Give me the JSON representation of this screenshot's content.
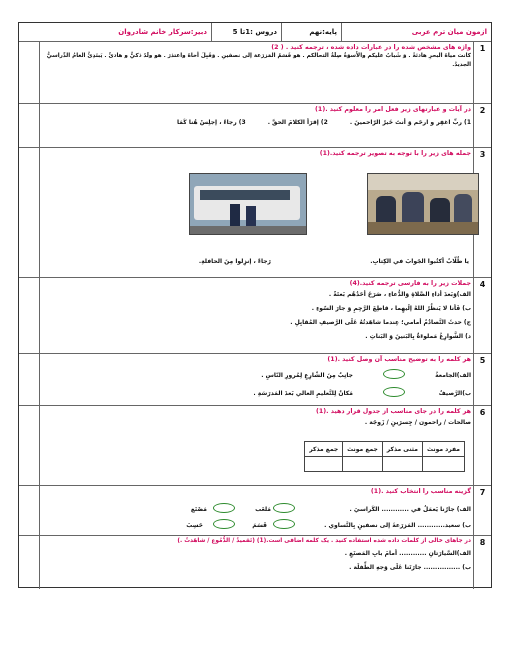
{
  "header": {
    "title": "ازمون میان ترم عربی",
    "grade": "پایه:نهم",
    "lessons": "دروس :1تا 5",
    "teacher": "دبیر:سرکار خانم شادروان"
  },
  "questions": [
    {
      "num": "1",
      "prompt": "واژه های مشخص شده را در عبارات داده شده ، ترجمه کنید . ( 2)",
      "lines": [
        "كانت مياهُ البحرِ هادئةً . وَ شَبابٌ عليكم والأَسوَةُ صِلَةُ التحالكم . هو قَسَمُ المَزرَعة إلى نصفينِ . وَقَبِلَ أخاهُ واعتذرَ . هو ولَدٌ ذكيٌّ و هادئٌ . يَبتَدِئُ العامُ الدِّراسيُّ الجديدُ."
      ]
    },
    {
      "num": "2",
      "prompt": "در آیات و عبارتهای زیر فعل امر را معلوم کنید .(1)",
      "lines": [
        "1) ربِّ اغفِر و ارحَم وَ أنتَ خَيرُ الرّاحمينَ .",
        "2) إقرَأ الكلامَ الحقَّ .",
        "3) رجاءً ، إجلِسْ هُنا كَمَا"
      ]
    },
    {
      "num": "3",
      "prompt": "جمله های زیر را با توجه به تصویر ترجمه کنید.(1)",
      "captions": [
        "يا طُلّابُ أكتُبوا الجَوابَ في الكِتابِ.",
        "رَجاءً ، إنزِلوا مِنَ الحافلةِ."
      ]
    },
    {
      "num": "4",
      "prompt": "جملات زیر را به فارسی ترجمه کنید.(4)",
      "lines": [
        "الف)وَبَعدَ أداءِ الصَّلاةِ وَالدُّعاءِ ، صَرَخَ أحَدُهُم بَغتَةً .",
        "ب) فَأنا لا يَنظُرُ اللهُ إلَيهِما ، قاطِعَ الرَّحِمِ وَ جارَ السّوءِ .",
        "ج) حدثَ التَّصادُمُ أمامي؛ عِندما شاهَدتُهُ عَلَى الرَّصيفِ المُقابِلِ .",
        "د) الشَّوارِعُ مَملوءَةٌ بِالبَنينَ وَ البَناتِ ."
      ]
    },
    {
      "num": "5",
      "prompt": "هر کلمه را به توضیح مناسب آن وصل کنید .(1)",
      "left": [
        "الف)الجامعةُ",
        "ب)الرَّصيفُ"
      ],
      "right": [
        "جانِبٌ مِنَ الشّارِعِ لِمُرورِ النّاسِ .",
        "مَكانٌ لِلتَّعليمِ العالي بَعدَ المَدرَسَةِ ."
      ]
    },
    {
      "num": "6",
      "prompt": "هر کلمه را در جای مناسب از جدول قرار دهید .(1)",
      "words": "صالحات / راحمون / جِسرَينِ / زَوجَة .",
      "table_headers": [
        "مفرد مونث",
        "مثنی مذکر",
        "جمع مونث",
        "جمع مذکر"
      ]
    },
    {
      "num": "7",
      "prompt": "گزینه مناسب را انتخاب کنید .(1)",
      "lines": [
        "الف) جارُنا يَعمَلُ في ............ الكَراسيَ .",
        "ب) سعيد............ المَزرَعةَ إلى نصفينِ بِالتَّساوي ."
      ],
      "options": [
        [
          "مَصْنَع",
          "مَلعَب"
        ],
        [
          "حَسِبَ",
          "قَسَمَ"
        ]
      ]
    },
    {
      "num": "8",
      "prompt": "در جاهای خالی از کلمات داده شده استفاده کنید . یک کلمه اضافی است.(1) (تَقميدُ / الدُّمُوع / شاهَدتُ .)",
      "lines": [
        "الف)السَّيارَتانِ ............ أمامَ بابِ المَصنَعِ .",
        "ب) ................ جارَتَنا عَلَى وَجهِ الطِّفلَة ."
      ]
    }
  ],
  "colors": {
    "accent": "#d10a5e",
    "oval": "#2e8b2e"
  }
}
